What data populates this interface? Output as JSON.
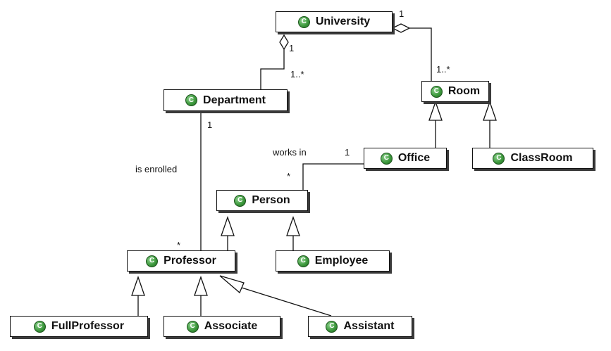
{
  "classes": {
    "university": {
      "name": "University",
      "icon": "C"
    },
    "department": {
      "name": "Department",
      "icon": "C"
    },
    "room": {
      "name": "Room",
      "icon": "C"
    },
    "office": {
      "name": "Office",
      "icon": "C"
    },
    "classroom": {
      "name": "ClassRoom",
      "icon": "C"
    },
    "person": {
      "name": "Person",
      "icon": "C"
    },
    "professor": {
      "name": "Professor",
      "icon": "C"
    },
    "employee": {
      "name": "Employee",
      "icon": "C"
    },
    "fullprofessor": {
      "name": "FullProfessor",
      "icon": "C"
    },
    "associate": {
      "name": "Associate",
      "icon": "C"
    },
    "assistant": {
      "name": "Assistant",
      "icon": "C"
    }
  },
  "associations": {
    "univ_dept": {
      "end_university": "1",
      "end_department": "1..*"
    },
    "univ_room": {
      "end_university": "1",
      "end_room": "1..*"
    },
    "dept_prof": {
      "end_department": "1",
      "end_professor": "*",
      "label": "is enrolled"
    },
    "office_person": {
      "end_office": "1",
      "end_person": "*",
      "label": "works in"
    }
  },
  "colors": {
    "icon_fill": "#3e9a3e",
    "box_border": "#111111",
    "shadow": "#3a3a3a",
    "line": "#111111"
  }
}
